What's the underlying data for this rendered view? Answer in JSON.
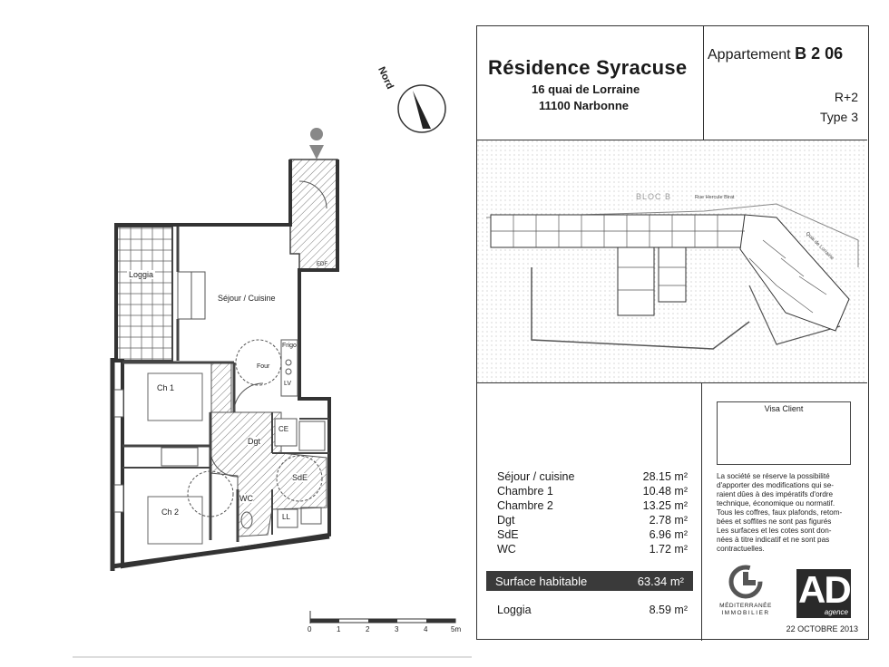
{
  "plan": {
    "north_label": "Nord",
    "rooms": {
      "loggia": "Loggia",
      "sejour": "Séjour / Cuisine",
      "ch1": "Ch 1",
      "ch2": "Ch 2",
      "dgt": "Dgt",
      "sde": "SdE",
      "wc": "WC",
      "ce": "CE",
      "ll": "LL",
      "frigo": "Frigo",
      "four": "Four",
      "lv": "LV",
      "edf": "EDF"
    },
    "scale": {
      "ticks": [
        "0",
        "1",
        "2",
        "3",
        "4",
        "5m"
      ]
    }
  },
  "header": {
    "residence": "Résidence Syracuse",
    "street": "16 quai de Lorraine",
    "city": "11100 Narbonne",
    "apartment_prefix": "Appartement",
    "apartment_id": "B 2 06",
    "floor": "R+2",
    "type": "Type 3"
  },
  "site_map": {
    "bloc_label": "BLOC B",
    "street_top": "Rue Hercule Birat",
    "street_right": "Quai de Lorraine"
  },
  "areas": [
    {
      "room": "Séjour / cuisine",
      "value": "28.15 m²"
    },
    {
      "room": "Chambre 1",
      "value": "10.48 m²"
    },
    {
      "room": "Chambre 2",
      "value": "13.25 m²"
    },
    {
      "room": "Dgt",
      "value": "2.78 m²"
    },
    {
      "room": "SdE",
      "value": "6.96 m²"
    },
    {
      "room": "WC",
      "value": "1.72 m²"
    }
  ],
  "total": {
    "label": "Surface habitable",
    "value": "63.34 m²"
  },
  "loggia": {
    "label": "Loggia",
    "value": "8.59 m²"
  },
  "visa": {
    "label": "Visa Client"
  },
  "disclaimer": {
    "lines": [
      "La société se réserve la possibilité",
      "d'apporter des modifications qui se-",
      "raient dûes à des impératifs d'ordre",
      "technique, économique ou normatif.",
      "Tous les coffres, faux plafonds, retom-",
      "bées et soffites ne sont pas figurés",
      "Les surfaces et les cotes sont don-",
      "nées à titre indicatif et ne sont pas",
      "contractuelles."
    ]
  },
  "logos": {
    "mediterranee_line1": "MÉDITERRANÉE",
    "mediterranee_line2": "IMMOBILIER",
    "ad_text": "AD",
    "ad_sub": "agence"
  },
  "date": "22 OCTOBRE 2013",
  "colors": {
    "ink": "#2a2a2a",
    "band": "#3a3a3a",
    "wall": "#444444"
  }
}
